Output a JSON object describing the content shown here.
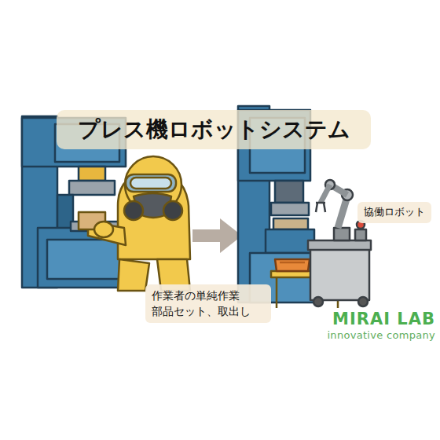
{
  "diagram": {
    "title": "プレス機ロボットシステム",
    "nodes": [
      {
        "text": [
          "協働ロボット"
        ]
      },
      {
        "text": [
          "作業者の単純作業 部品セット、取出し"
        ]
      }
    ],
    "labels": [
      "MIRAI LAB",
      "innovative company"
    ]
  }
}
